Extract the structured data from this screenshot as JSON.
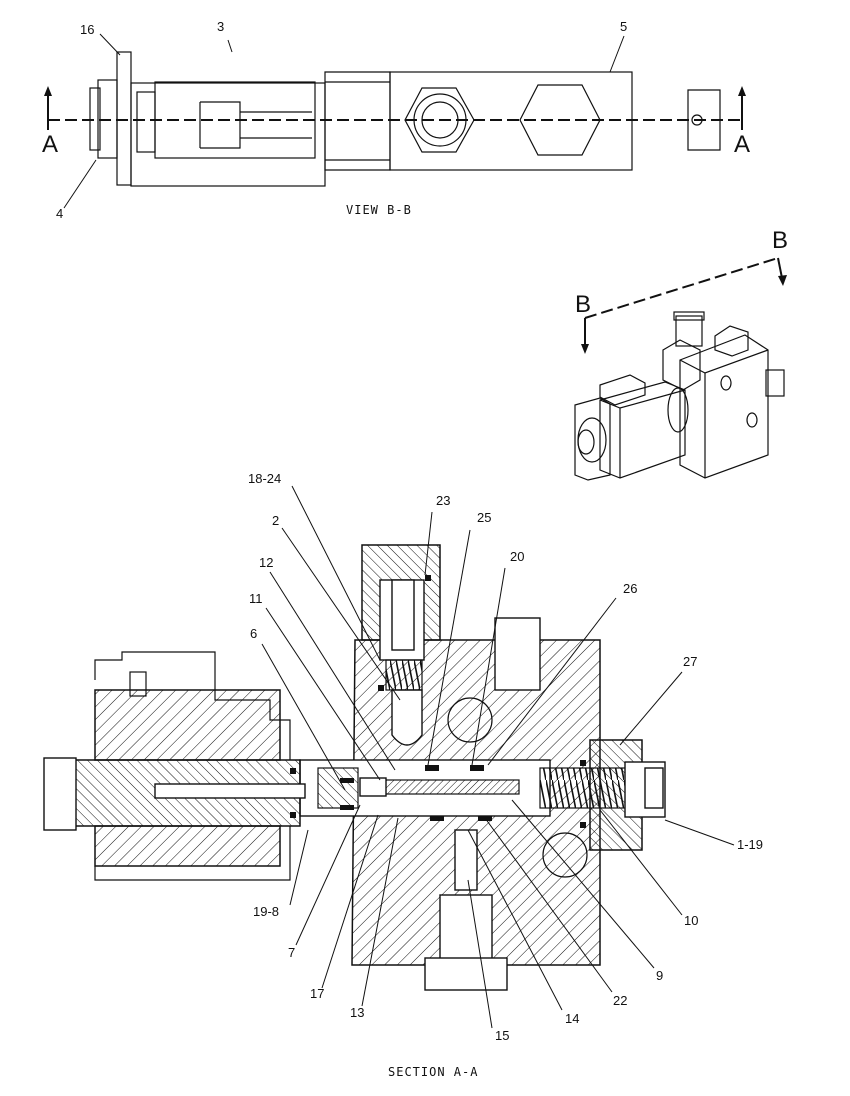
{
  "view_bb": {
    "caption": "VIEW B-B",
    "section_marks": {
      "left": "A",
      "right": "A"
    },
    "callouts": {
      "c16": "16",
      "c3": "3",
      "c5": "5",
      "c4": "4"
    }
  },
  "iso": {
    "section_marks": {
      "left": "B",
      "right": "B"
    }
  },
  "section_aa": {
    "caption": "SECTION A-A",
    "callouts": {
      "c18_24": "18-24",
      "c23": "23",
      "c2": "2",
      "c25": "25",
      "c20": "20",
      "c12": "12",
      "c26": "26",
      "c11": "11",
      "c6": "6",
      "c27": "27",
      "c1_19": "1-19",
      "c19_8": "19-8",
      "c10": "10",
      "c7": "7",
      "c9": "9",
      "c17": "17",
      "c22": "22",
      "c13": "13",
      "c14": "14",
      "c15": "15"
    }
  }
}
